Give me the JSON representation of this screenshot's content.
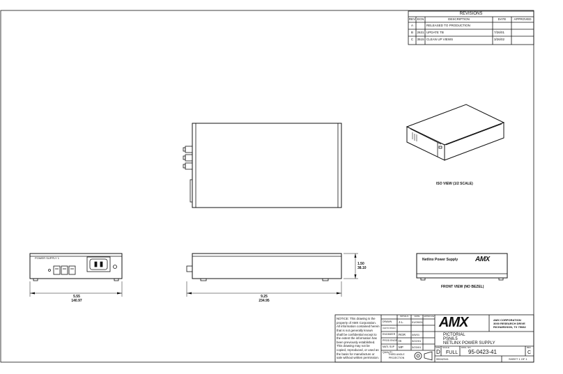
{
  "revisions": {
    "title": "REVISIONS",
    "headers": {
      "rev": "REV",
      "ecn": "ECN",
      "description": "DESCRIPTION",
      "date": "DATE",
      "approved": "APPROVED"
    },
    "rows": [
      {
        "rev": "A",
        "ecn": "",
        "description": "RELEASED TO PRODUCTION",
        "date": "",
        "approved": ""
      },
      {
        "rev": "B",
        "ecn": "2631",
        "description": "UPDATE TB",
        "date": "7/26/01",
        "approved": ""
      },
      {
        "rev": "C",
        "ecn": "3515",
        "description": "CLEAN UP VIEWS",
        "date": "3/26/02",
        "approved": ""
      }
    ]
  },
  "views": {
    "iso_label": "ISO VIEW (1/2 SCALE)",
    "front_label": "FRONT VIEW (NO BEZEL)",
    "rear_panel_text": "POWER SUPPLY 1",
    "front_panel_text": "Netlinx Power Supply",
    "front_panel_logo": "AMX",
    "dim_rear_width_in": "5.55",
    "dim_rear_width_mm": "140.97",
    "dim_side_length_in": "9.25",
    "dim_side_length_mm": "234.95",
    "dim_side_height_in": "1.50",
    "dim_side_height_mm": "38.10"
  },
  "notice": "NOTICE:  This drawing is the property of AMX Corporation. All information contained herein that is not generally known shall be confidential except to the extent the information has been previously established. This drawing may not be copied, reproduced, or used as the basis for manufacture or sale without written permission.",
  "signoff": {
    "headers": [
      "INITIALS",
      "DATE",
      "APPROVE"
    ],
    "rows": [
      {
        "role": "DRAWN",
        "initials": "J.L.",
        "date": "01/09/01"
      },
      {
        "role": "CHK'D DSGN",
        "initials": "",
        "date": ""
      },
      {
        "role": "ENGINEER",
        "initials": "RGR",
        "date": "4/6/01"
      },
      {
        "role": "PROD ENGR",
        "initials": "IS",
        "date": "3/22/01"
      },
      {
        "role": "MATL SUP",
        "initials": "MP",
        "date": "3/23/01"
      },
      {
        "role": "QUAL/TI",
        "initials": "",
        "date": ""
      }
    ],
    "projection": "THIRD ANGLE PROJECTION"
  },
  "title_block": {
    "logo": "AMX",
    "company": "AMX CORPORATION",
    "address1": "3000 RESEARCH DRIVE",
    "address2": "RICHARDSON, TX 75082",
    "title1": "PICTORIAL",
    "title2": "PSN6.5",
    "title3": "NETLINX POWER SUPPLY",
    "size_label": "SIZE",
    "size": "D",
    "scale_label": "SCALE",
    "scale": "FULL",
    "dwg_label": "DWG. NO.",
    "dwg_no": "95-0423-41",
    "rev_label": "REV",
    "rev": "C",
    "sheet": "SHEET 1 OF 1",
    "file_no": "95042341"
  }
}
